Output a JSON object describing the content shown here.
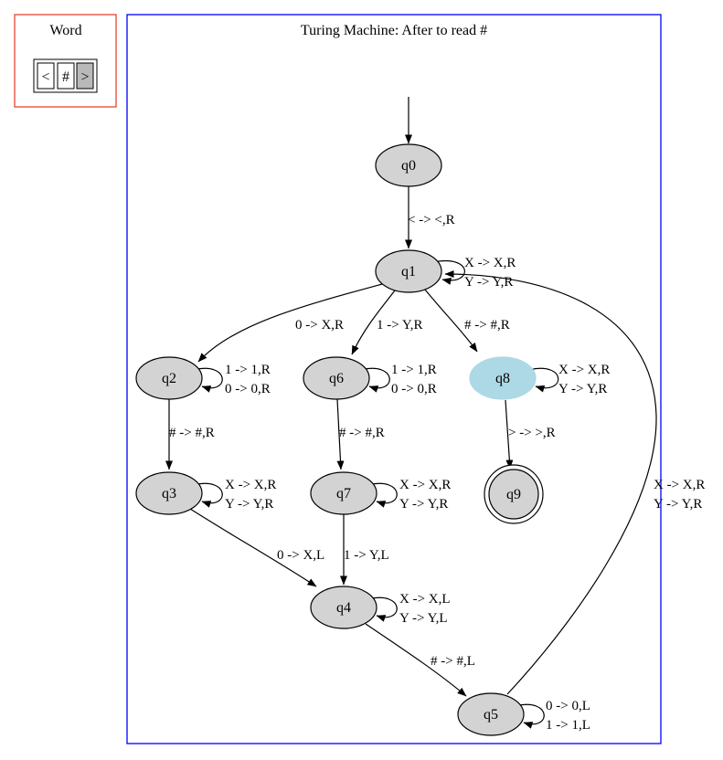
{
  "word_panel": {
    "title": "Word",
    "cells": [
      {
        "symbol": "<",
        "highlighted": false
      },
      {
        "symbol": "#",
        "highlighted": false
      },
      {
        "symbol": ">",
        "highlighted": true
      }
    ],
    "border_color": "#e8452c",
    "highlight_color": "#b9b9b9"
  },
  "machine": {
    "title": "Turing Machine: After to read #",
    "border_color": "#0000ff",
    "state_fill": "#d3d3d3",
    "active_fill": "#add8e6",
    "states": [
      {
        "id": "q0",
        "label": "q0",
        "active": false,
        "final": false
      },
      {
        "id": "q1",
        "label": "q1",
        "active": false,
        "final": false
      },
      {
        "id": "q2",
        "label": "q2",
        "active": false,
        "final": false
      },
      {
        "id": "q6",
        "label": "q6",
        "active": false,
        "final": false
      },
      {
        "id": "q8",
        "label": "q8",
        "active": true,
        "final": false
      },
      {
        "id": "q9",
        "label": "q9",
        "active": false,
        "final": true
      },
      {
        "id": "q3",
        "label": "q3",
        "active": false,
        "final": false
      },
      {
        "id": "q7",
        "label": "q7",
        "active": false,
        "final": false
      },
      {
        "id": "q4",
        "label": "q4",
        "active": false,
        "final": false
      },
      {
        "id": "q5",
        "label": "q5",
        "active": false,
        "final": false
      }
    ],
    "transitions": [
      {
        "from": "start",
        "to": "q0",
        "labels": []
      },
      {
        "from": "q0",
        "to": "q1",
        "labels": [
          "< -> <,R"
        ]
      },
      {
        "from": "q1",
        "to": "q1",
        "labels": [
          "X -> X,R",
          "Y -> Y,R"
        ]
      },
      {
        "from": "q1",
        "to": "q2",
        "labels": [
          "0 -> X,R"
        ]
      },
      {
        "from": "q1",
        "to": "q6",
        "labels": [
          "1 -> Y,R"
        ]
      },
      {
        "from": "q1",
        "to": "q8",
        "labels": [
          "# -> #,R"
        ]
      },
      {
        "from": "q2",
        "to": "q2",
        "labels": [
          "1 -> 1,R",
          "0 -> 0,R"
        ]
      },
      {
        "from": "q6",
        "to": "q6",
        "labels": [
          "1 -> 1,R",
          "0 -> 0,R"
        ]
      },
      {
        "from": "q8",
        "to": "q8",
        "labels": [
          "X -> X,R",
          "Y -> Y,R"
        ]
      },
      {
        "from": "q2",
        "to": "q3",
        "labels": [
          "# -> #,R"
        ]
      },
      {
        "from": "q6",
        "to": "q7",
        "labels": [
          "# -> #,R"
        ]
      },
      {
        "from": "q8",
        "to": "q9",
        "labels": [
          "> -> >,R"
        ]
      },
      {
        "from": "q3",
        "to": "q3",
        "labels": [
          "X -> X,R",
          "Y -> Y,R"
        ]
      },
      {
        "from": "q7",
        "to": "q7",
        "labels": [
          "X -> X,R",
          "Y -> Y,R"
        ]
      },
      {
        "from": "q3",
        "to": "q4",
        "labels": [
          "0 -> X,L"
        ]
      },
      {
        "from": "q7",
        "to": "q4",
        "labels": [
          "1 -> Y,L"
        ]
      },
      {
        "from": "q4",
        "to": "q4",
        "labels": [
          "X -> X,L",
          "Y -> Y,L"
        ]
      },
      {
        "from": "q4",
        "to": "q5",
        "labels": [
          "# -> #,L"
        ]
      },
      {
        "from": "q5",
        "to": "q5",
        "labels": [
          "0 -> 0,L",
          "1 -> 1,L"
        ]
      },
      {
        "from": "q5",
        "to": "q1",
        "labels": [
          "X -> X,R",
          "Y -> Y,R"
        ]
      }
    ]
  }
}
